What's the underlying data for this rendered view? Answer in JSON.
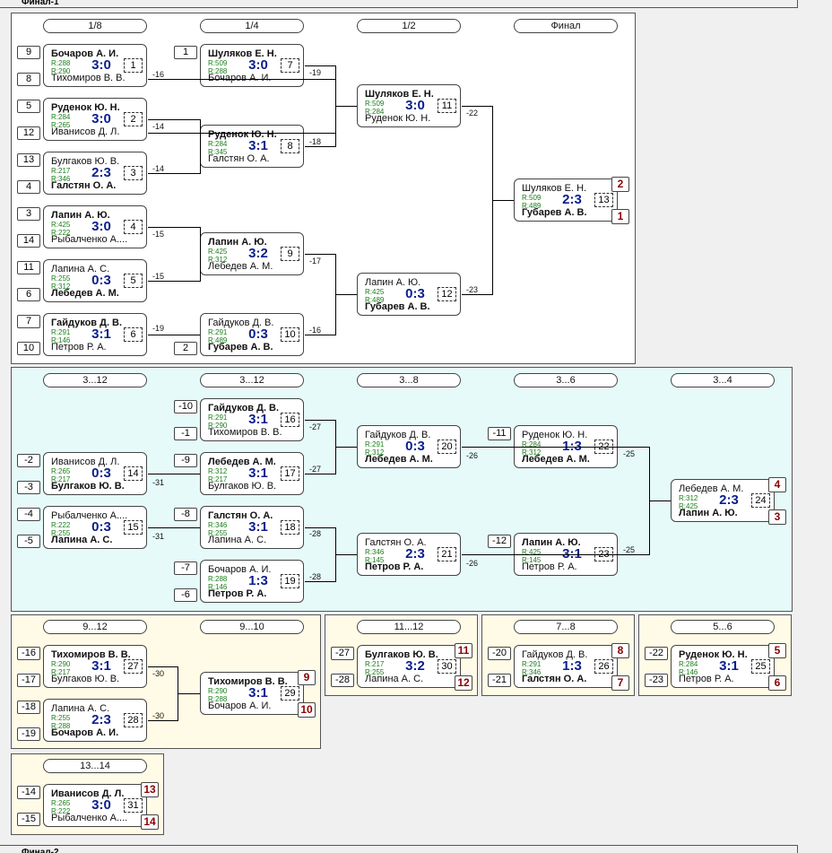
{
  "page": {
    "top_label": "Финал-1",
    "bottom_label": "Финал-2"
  },
  "colors": {
    "main_bg": "#ffffff",
    "cyan_bg": "#e6fafa",
    "yellow_bg": "#fffbe6",
    "page_bg": "#f0f0f0",
    "score": "#0a1e8c",
    "rating": "#1a7f1a",
    "place": "#8b0000"
  },
  "stages": [
    {
      "id": "s1",
      "label": "1/8"
    },
    {
      "id": "s2",
      "label": "1/4"
    },
    {
      "id": "s3",
      "label": "1/2"
    },
    {
      "id": "s4",
      "label": "Финал"
    },
    {
      "id": "s5",
      "label": "3...12"
    },
    {
      "id": "s6",
      "label": "3...12"
    },
    {
      "id": "s7",
      "label": "3...8"
    },
    {
      "id": "s8",
      "label": "3...6"
    },
    {
      "id": "s9",
      "label": "3...4"
    },
    {
      "id": "s10",
      "label": "9...12"
    },
    {
      "id": "s11",
      "label": "9...10"
    },
    {
      "id": "s12",
      "label": "11...12"
    },
    {
      "id": "s13",
      "label": "7...8"
    },
    {
      "id": "s14",
      "label": "5...6"
    },
    {
      "id": "s15",
      "label": "13...14"
    }
  ],
  "matches": [
    {
      "n": "1",
      "p1": "Бочаров А. И.",
      "r1": "R:288",
      "p2": "Тихомиров В. В.",
      "r2": "R:290",
      "score": "3:0",
      "w": 1
    },
    {
      "n": "2",
      "p1": "Руденок Ю. Н.",
      "r1": "R:284",
      "p2": "Иванисов Д. Л.",
      "r2": "R:265",
      "score": "3:0",
      "w": 1
    },
    {
      "n": "3",
      "p1": "Булгаков Ю. В.",
      "r1": "R:217",
      "p2": "Галстян О. А.",
      "r2": "R:346",
      "score": "2:3",
      "w": 2
    },
    {
      "n": "4",
      "p1": "Лапин А. Ю.",
      "r1": "R:425",
      "p2": "Рыбалченко А....",
      "r2": "R:222",
      "score": "3:0",
      "w": 1
    },
    {
      "n": "5",
      "p1": "Лапина А. С.",
      "r1": "R:255",
      "p2": "Лебедев А. М.",
      "r2": "R:312",
      "score": "0:3",
      "w": 2
    },
    {
      "n": "6",
      "p1": "Гайдуков Д. В.",
      "r1": "R:291",
      "p2": "Петров Р. А.",
      "r2": "R:146",
      "score": "3:1",
      "w": 1
    },
    {
      "n": "7",
      "p1": "Шуляков Е. Н.",
      "r1": "R:509",
      "p2": "Бочаров А. И.",
      "r2": "R:288",
      "score": "3:0",
      "w": 1
    },
    {
      "n": "8",
      "p1": "Руденок Ю. Н.",
      "r1": "R:284",
      "p2": "Галстян О. А.",
      "r2": "R:345",
      "score": "3:1",
      "w": 1
    },
    {
      "n": "9",
      "p1": "Лапин А. Ю.",
      "r1": "R:425",
      "p2": "Лебедев А. М.",
      "r2": "R:312",
      "score": "3:2",
      "w": 1
    },
    {
      "n": "10",
      "p1": "Гайдуков Д. В.",
      "r1": "R:291",
      "p2": "Губарев А. В.",
      "r2": "R:489",
      "score": "0:3",
      "w": 2
    },
    {
      "n": "11",
      "p1": "Шуляков Е. Н.",
      "r1": "R:509",
      "p2": "Руденок Ю. Н.",
      "r2": "R:284",
      "score": "3:0",
      "w": 1
    },
    {
      "n": "12",
      "p1": "Лапин А. Ю.",
      "r1": "R:425",
      "p2": "Губарев А. В.",
      "r2": "R:489",
      "score": "0:3",
      "w": 2
    },
    {
      "n": "13",
      "p1": "Шуляков Е. Н.",
      "r1": "R:509",
      "p2": "Губарев А. В.",
      "r2": "R:489",
      "score": "2:3",
      "w": 2
    },
    {
      "n": "14",
      "p1": "Иванисов Д. Л.",
      "r1": "R:265",
      "p2": "Булгаков Ю. В.",
      "r2": "R:217",
      "score": "0:3",
      "w": 2
    },
    {
      "n": "15",
      "p1": "Рыбалченко А....",
      "r1": "R:222",
      "p2": "Лапина А. С.",
      "r2": "R:255",
      "score": "0:3",
      "w": 2
    },
    {
      "n": "16",
      "p1": "Гайдуков Д. В.",
      "r1": "R:291",
      "p2": "Тихомиров В. В.",
      "r2": "R:290",
      "score": "3:1",
      "w": 1
    },
    {
      "n": "17",
      "p1": "Лебедев А. М.",
      "r1": "R:312",
      "p2": "Булгаков Ю. В.",
      "r2": "R:217",
      "score": "3:1",
      "w": 1
    },
    {
      "n": "18",
      "p1": "Галстян О. А.",
      "r1": "R:346",
      "p2": "Лапина А. С.",
      "r2": "R:255",
      "score": "3:1",
      "w": 1
    },
    {
      "n": "19",
      "p1": "Бочаров А. И.",
      "r1": "R:288",
      "p2": "Петров Р. А.",
      "r2": "R:146",
      "score": "1:3",
      "w": 2
    },
    {
      "n": "20",
      "p1": "Гайдуков Д. В.",
      "r1": "R:291",
      "p2": "Лебедев А. М.",
      "r2": "R:312",
      "score": "0:3",
      "w": 2
    },
    {
      "n": "21",
      "p1": "Галстян О. А.",
      "r1": "R:346",
      "p2": "Петров Р. А.",
      "r2": "R:145",
      "score": "2:3",
      "w": 2
    },
    {
      "n": "22",
      "p1": "Руденок Ю. Н.",
      "r1": "R:284",
      "p2": "Лебедев А. М.",
      "r2": "R:312",
      "score": "1:3",
      "w": 2
    },
    {
      "n": "23",
      "p1": "Лапин А. Ю.",
      "r1": "R:425",
      "p2": "Петров Р. А.",
      "r2": "R:145",
      "score": "3:1",
      "w": 1
    },
    {
      "n": "24",
      "p1": "Лебедев А. М.",
      "r1": "R:312",
      "p2": "Лапин А. Ю.",
      "r2": "R:425",
      "score": "2:3",
      "w": 2
    },
    {
      "n": "25",
      "p1": "Руденок Ю. Н.",
      "r1": "R:284",
      "p2": "Петров Р. А.",
      "r2": "R:146",
      "score": "3:1",
      "w": 1
    },
    {
      "n": "26",
      "p1": "Гайдуков Д. В.",
      "r1": "R:291",
      "p2": "Галстян О. А.",
      "r2": "R:346",
      "score": "1:3",
      "w": 2
    },
    {
      "n": "27",
      "p1": "Тихомиров В. В.",
      "r1": "R:290",
      "p2": "Булгаков Ю. В.",
      "r2": "R:217",
      "score": "3:1",
      "w": 1
    },
    {
      "n": "28",
      "p1": "Лапина А. С.",
      "r1": "R:255",
      "p2": "Бочаров А. И.",
      "r2": "R:288",
      "score": "2:3",
      "w": 2
    },
    {
      "n": "29",
      "p1": "Тихомиров В. В.",
      "r1": "R:290",
      "p2": "Бочаров А. И.",
      "r2": "R:288",
      "score": "3:1",
      "w": 1
    },
    {
      "n": "30",
      "p1": "Булгаков Ю. В.",
      "r1": "R:217",
      "p2": "Лапина А. С.",
      "r2": "R:255",
      "score": "3:2",
      "w": 1
    },
    {
      "n": "31",
      "p1": "Иванисов Д. Л.",
      "r1": "R:265",
      "p2": "Рыбалченко А....",
      "r2": "R:222",
      "score": "3:0",
      "w": 1
    }
  ],
  "seeds": [
    "9",
    "8",
    "5",
    "12",
    "13",
    "4",
    "3",
    "14",
    "11",
    "6",
    "7",
    "10",
    "1",
    "2",
    "-10",
    "-1",
    "-9",
    "-2",
    "-3",
    "-4",
    "-5",
    "-8",
    "-7",
    "-6",
    "-11",
    "-12",
    "-16",
    "-17",
    "-18",
    "-19",
    "-27",
    "-28",
    "-20",
    "-21",
    "-22",
    "-23",
    "-14",
    "-15"
  ],
  "loser_notes": [
    "-16",
    "-14",
    "-14",
    "-15",
    "-15",
    "-19",
    "-19",
    "-18",
    "-17",
    "-16",
    "-22",
    "-23",
    "-27",
    "-27",
    "-31",
    "-31",
    "-28",
    "-28",
    "-26",
    "-26",
    "-25",
    "-25",
    "-30",
    "-30"
  ],
  "places": [
    "2",
    "1",
    "4",
    "3",
    "9",
    "10",
    "11",
    "12",
    "8",
    "7",
    "5",
    "6",
    "13",
    "14"
  ]
}
